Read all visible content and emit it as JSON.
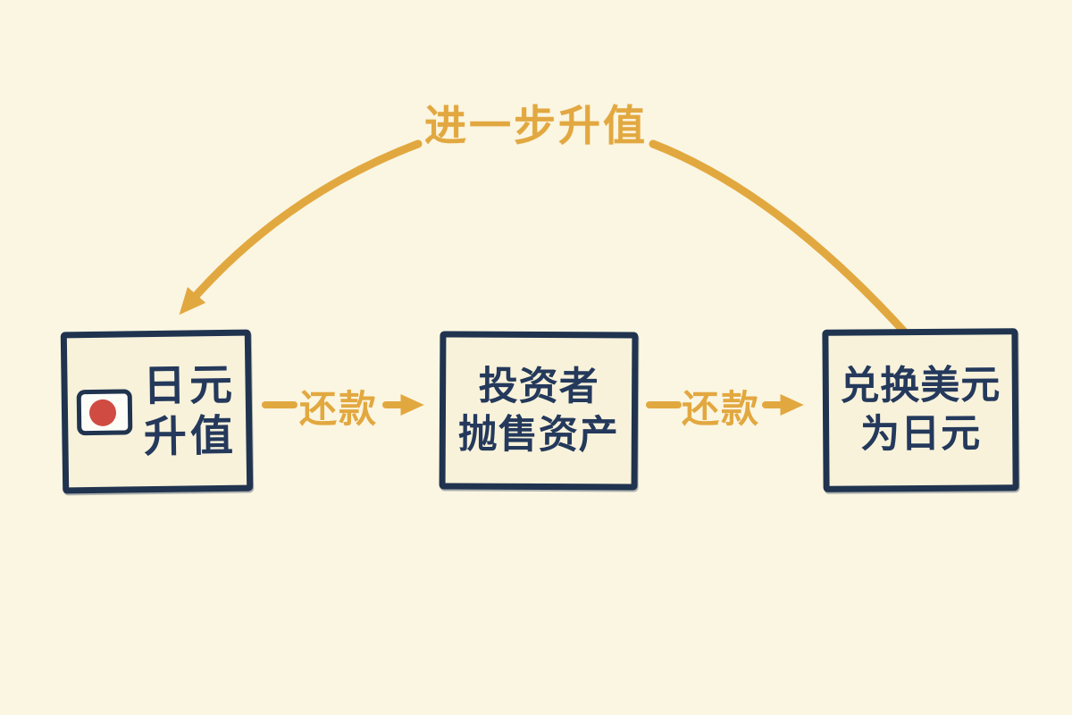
{
  "diagram": {
    "title": "进一步升值",
    "nodes": [
      {
        "id": "yen-appreciation",
        "icon": "japan-flag-icon",
        "lines": [
          "日元",
          "升值"
        ]
      },
      {
        "id": "investors-sell-assets",
        "lines": [
          "投资者",
          "抛售资产"
        ]
      },
      {
        "id": "convert-usd-to-jpy",
        "lines": [
          "兑换美元",
          "为日元"
        ]
      }
    ],
    "connectors": [
      {
        "label": "还款"
      },
      {
        "label": "还款"
      }
    ],
    "colors": {
      "background": "#FBF6E2",
      "gold": "#E2A840",
      "navy": "#20344F",
      "navy_text": "#24395B",
      "box_fill": "#F8F2DB",
      "flag_red": "#D04B42",
      "flag_white": "#FDFDF8"
    }
  }
}
